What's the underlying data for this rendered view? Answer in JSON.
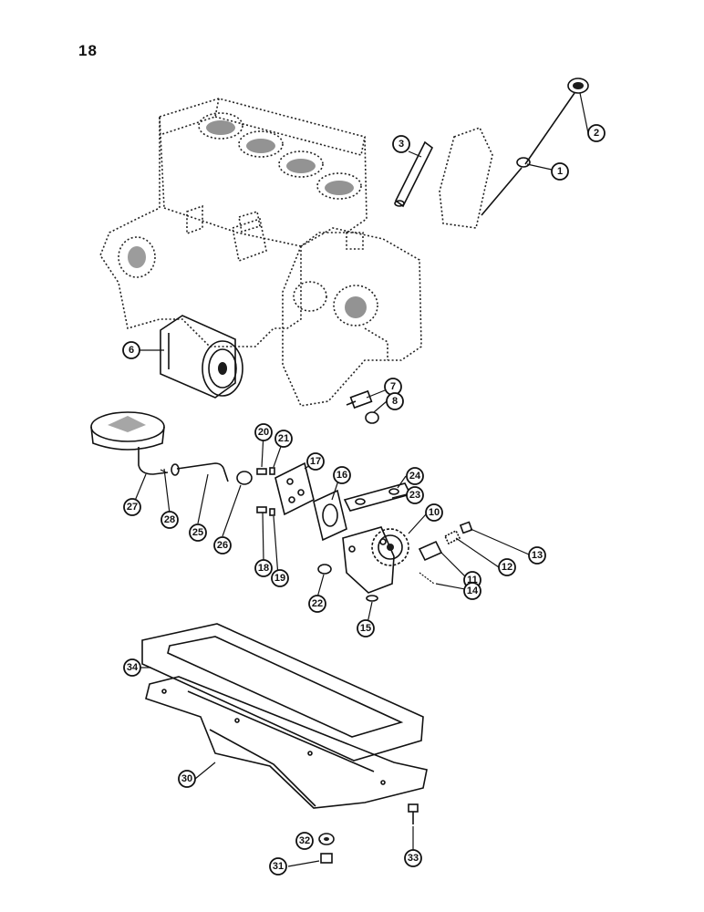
{
  "page": {
    "number": "18"
  },
  "diagram": {
    "callouts": [
      {
        "id": "1",
        "label": "1"
      },
      {
        "id": "2",
        "label": "2"
      },
      {
        "id": "3",
        "label": "3"
      },
      {
        "id": "6",
        "label": "6"
      },
      {
        "id": "7",
        "label": "7"
      },
      {
        "id": "8",
        "label": "8"
      },
      {
        "id": "10",
        "label": "10"
      },
      {
        "id": "11",
        "label": "11"
      },
      {
        "id": "12",
        "label": "12"
      },
      {
        "id": "13",
        "label": "13"
      },
      {
        "id": "14",
        "label": "14"
      },
      {
        "id": "15",
        "label": "15"
      },
      {
        "id": "16",
        "label": "16"
      },
      {
        "id": "17",
        "label": "17"
      },
      {
        "id": "18",
        "label": "18"
      },
      {
        "id": "19",
        "label": "19"
      },
      {
        "id": "20",
        "label": "20"
      },
      {
        "id": "21",
        "label": "21"
      },
      {
        "id": "22",
        "label": "22"
      },
      {
        "id": "23",
        "label": "23"
      },
      {
        "id": "24",
        "label": "24"
      },
      {
        "id": "25",
        "label": "25"
      },
      {
        "id": "26",
        "label": "26"
      },
      {
        "id": "27",
        "label": "27"
      },
      {
        "id": "28",
        "label": "28"
      },
      {
        "id": "30",
        "label": "30"
      },
      {
        "id": "31",
        "label": "31"
      },
      {
        "id": "32",
        "label": "32"
      },
      {
        "id": "33",
        "label": "33"
      },
      {
        "id": "34",
        "label": "34"
      }
    ]
  }
}
